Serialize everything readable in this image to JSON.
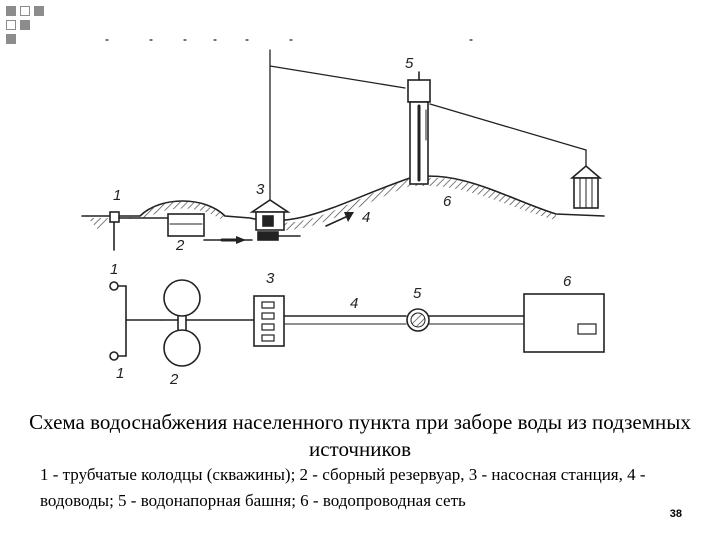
{
  "slide": {
    "title": "Схема водоснабжения населенного пункта при заборе воды из подземных источников",
    "legend": "1 - трубчатые колодцы (скважины); 2 - сборный резервуар, 3 - насосная станция, 4 - водоводы; 5 - водонапорная башня; 6 - водопроводная сеть",
    "page_number": "38"
  },
  "diagram": {
    "profile_labels": {
      "wells": "1",
      "reservoir": "2",
      "pump_station": "3",
      "conduit": "4",
      "tower": "5",
      "network": "6"
    },
    "plan_labels": {
      "well_top": "1",
      "well_bottom": "1",
      "reservoir": "2",
      "pump_station": "3",
      "conduit": "4",
      "tower": "5",
      "network": "6"
    }
  },
  "colors": {
    "corner_squares": "#8c8c8c",
    "line": "#222222",
    "hatch": "#444444"
  }
}
